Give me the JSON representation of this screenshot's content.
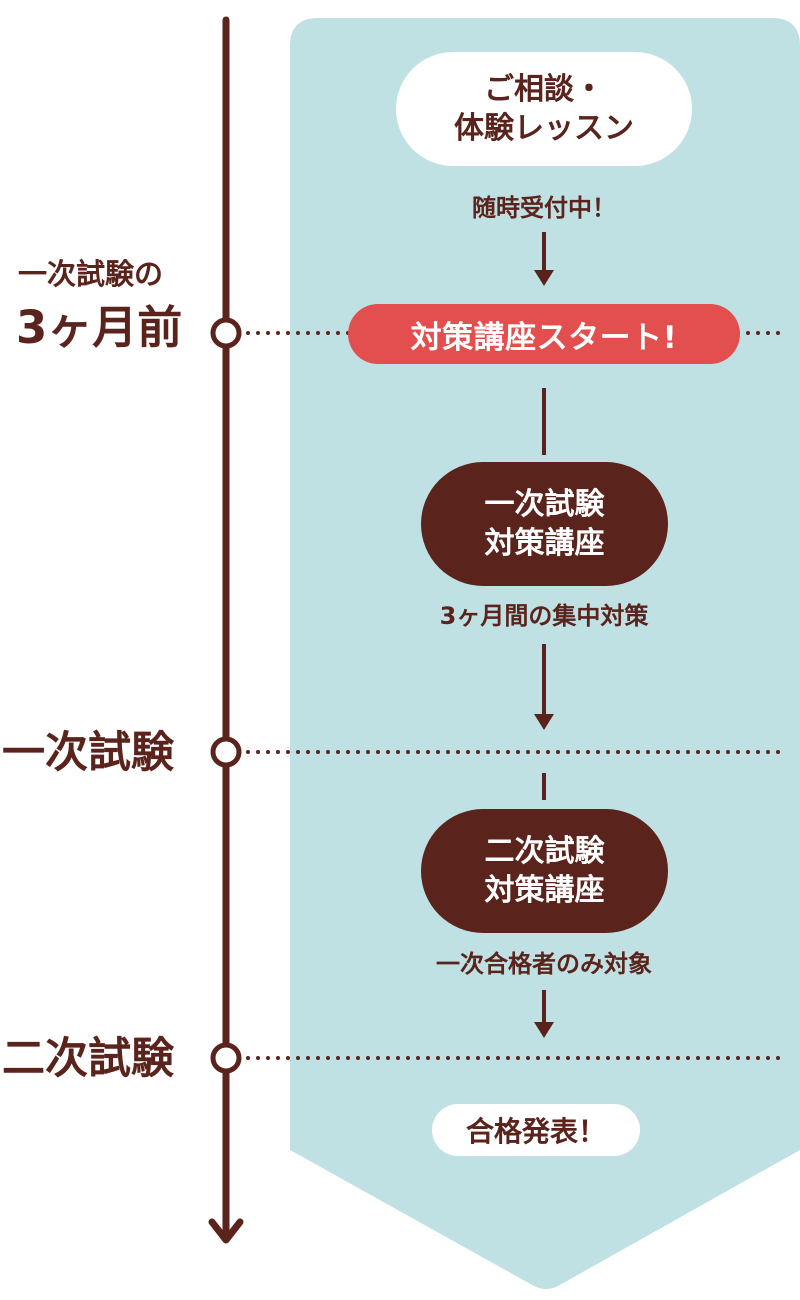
{
  "timeline": {
    "milestones": [
      {
        "label_top": "一次試験の",
        "label_bottom": "3ヶ月前"
      },
      {
        "label": "一次試験"
      },
      {
        "label": "二次試験"
      }
    ]
  },
  "flow": {
    "consultation": {
      "line1": "ご相談・",
      "line2": "体験レッスン"
    },
    "consultation_caption": "随時受付中！",
    "start_label": "対策講座スタート!",
    "first_course": {
      "line1": "一次試験",
      "line2": "対策講座"
    },
    "first_course_caption": "3ヶ月間の集中対策",
    "second_course": {
      "line1": "二次試験",
      "line2": "対策講座"
    },
    "second_course_caption": "一次合格者のみ対象",
    "result_label": "合格発表！"
  },
  "colors": {
    "panel_bg": "#c0e1e4",
    "brown": "#5a231c",
    "red": "#e34f4f",
    "white": "#ffffff"
  }
}
